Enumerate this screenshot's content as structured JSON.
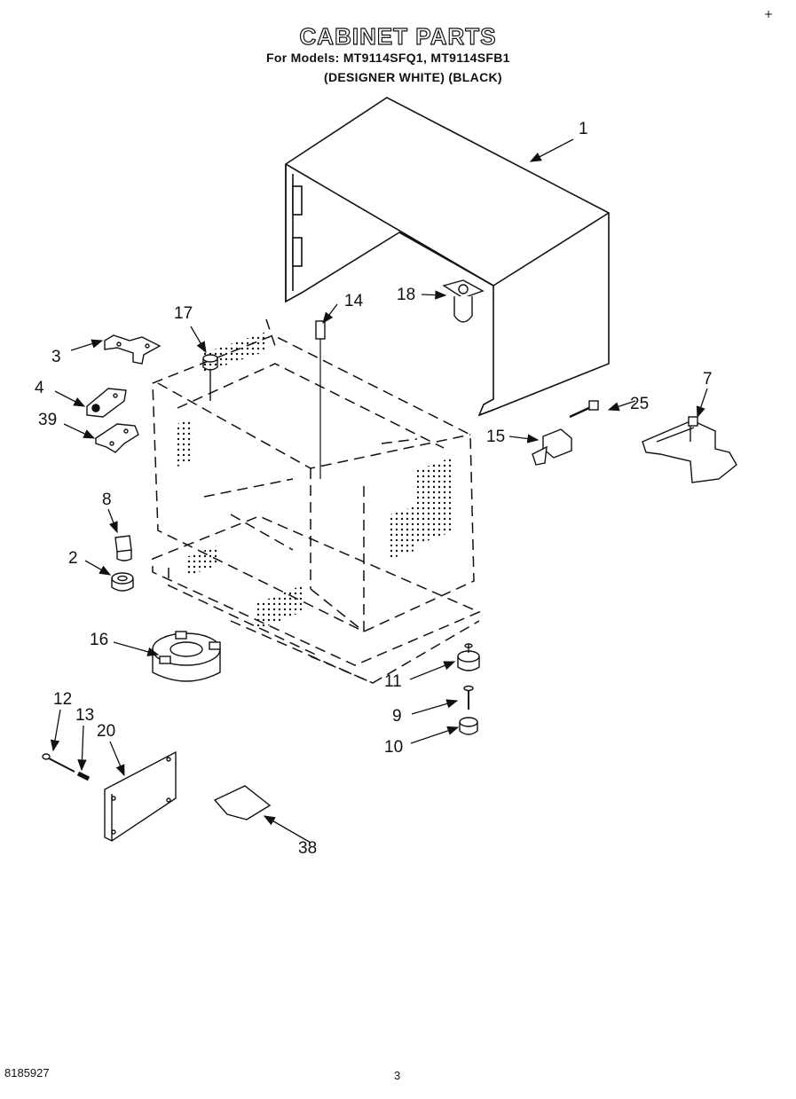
{
  "header": {
    "title": "CABINET PARTS",
    "models_line": "For Models: MT9114SFQ1, MT9114SFB1",
    "variants_line": "(DESIGNER WHITE) (BLACK)"
  },
  "callouts": {
    "c1": "1",
    "c2": "2",
    "c3": "3",
    "c4": "4",
    "c7": "7",
    "c8": "8",
    "c9": "9",
    "c10": "10",
    "c11": "11",
    "c12": "12",
    "c13": "13",
    "c14": "14",
    "c15": "15",
    "c16": "16",
    "c17": "17",
    "c18": "18",
    "c20": "20",
    "c25": "25",
    "c38": "38",
    "c39": "39"
  },
  "footer": {
    "doc_number": "8185927",
    "page_number": "3"
  },
  "colors": {
    "ink": "#111111",
    "paper": "#ffffff"
  }
}
